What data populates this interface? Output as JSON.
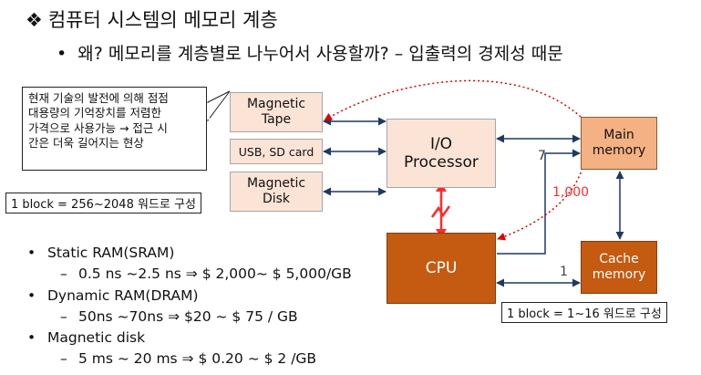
{
  "title": {
    "bullet": "❖",
    "text": "컴퓨터 시스템의 메모리 계층"
  },
  "subtitle": {
    "bullet": "•",
    "text": "왜? 메모리를 계층별로 나누어서 사용할까? – 입출력의 경제성 때문"
  },
  "note": {
    "lines": [
      "현재 기술의 발전에 의해 점점",
      "대용량의 기억장치를 저렴한",
      "가격으로 사용가능 → 접근 시",
      "간은 더욱 길어지는 현상"
    ]
  },
  "diagram": {
    "magnetic_tape": "Magnetic Tape",
    "usb_sd": "USB, SD card",
    "magnetic_disk": "Magnetic Disk",
    "io_processor": "I/O Processor",
    "main_memory": "Main memory",
    "cpu": "CPU",
    "cache_memory": "Cache memory",
    "disk_block_label": "1 block = 256~2048 워드로 구성",
    "cache_block_label": "1 block = 1~16 워드로 구성",
    "label_7": "7",
    "label_1000": "1,000",
    "label_1": "1",
    "colors": {
      "peach": "#fbe4d6",
      "main_memory_fill": "#f4b183",
      "cpu_fill": "#c55a11",
      "arrow_blue": "#1f3864",
      "dotted_red": "#e00000",
      "accent_red": "#ff2a2a"
    }
  },
  "specs": [
    {
      "name": "Static RAM(SRAM)",
      "detail": "0.5 ns ~2.5 ns ⇒ $ 2,000~ $ 5,000/GB"
    },
    {
      "name": "Dynamic RAM(DRAM)",
      "detail": "50ns ~70ns ⇒ $20 ~ $ 75 / GB"
    },
    {
      "name": "Magnetic disk",
      "detail": "5 ms ~ 20 ms ⇒ $ 0.20 ~ $ 2 /GB"
    }
  ]
}
